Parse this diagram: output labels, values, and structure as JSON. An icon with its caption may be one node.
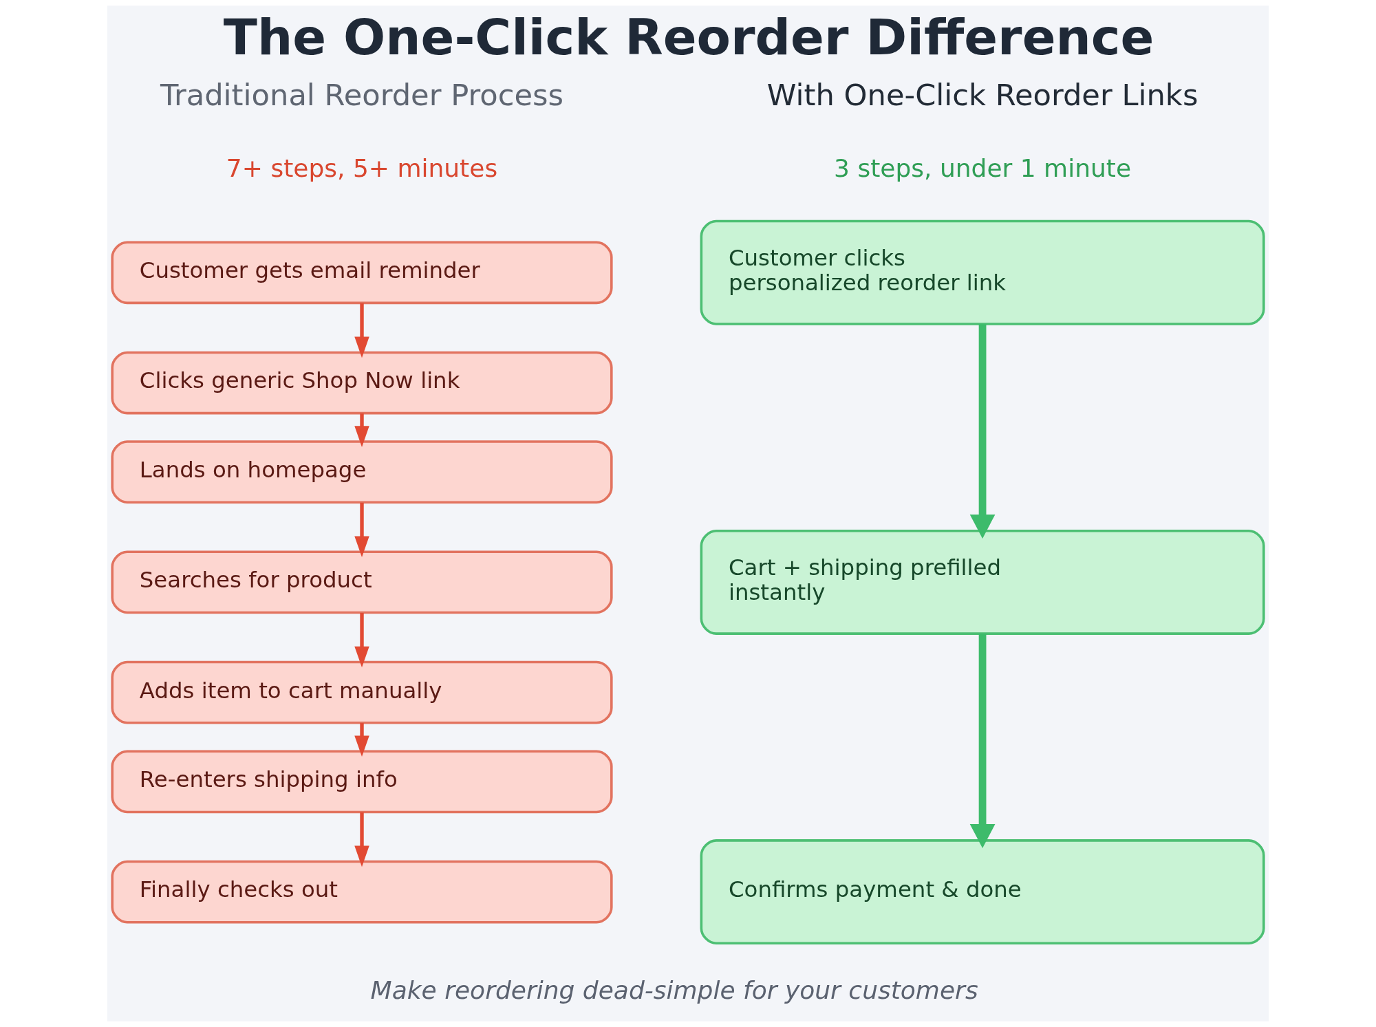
{
  "diagram": {
    "title": "The One-Click Reorder Difference",
    "caption": "Make reordering dead-simple for your customers",
    "nodes": [
      {
        "text": [
          "Customer gets email reminder"
        ]
      },
      {
        "text": [
          "Clicks generic Shop Now link"
        ]
      },
      {
        "text": [
          "Lands on homepage"
        ]
      },
      {
        "text": [
          "Searches for product"
        ]
      },
      {
        "text": [
          "Adds item to cart manually"
        ]
      },
      {
        "text": [
          "Re-enters shipping info"
        ]
      },
      {
        "text": [
          "Finally checks out"
        ]
      },
      {
        "text": [
          "Customer clicks personalized reorder link"
        ]
      },
      {
        "text": [
          "Cart + shipping prefilled instantly"
        ]
      },
      {
        "text": [
          "Confirms payment & done"
        ]
      }
    ],
    "edges": [
      {
        "from": 0,
        "to": 1,
        "arrow": "to"
      },
      {
        "from": 1,
        "to": 2,
        "arrow": "to"
      },
      {
        "from": 2,
        "to": 3,
        "arrow": "to"
      },
      {
        "from": 3,
        "to": 4,
        "arrow": "to"
      },
      {
        "from": 4,
        "to": 5,
        "arrow": "to"
      },
      {
        "from": 5,
        "to": 6,
        "arrow": "to"
      },
      {
        "from": 7,
        "to": 8,
        "arrow": "to",
        "style": "thick",
        "color": "#3dbb6b"
      },
      {
        "from": 8,
        "to": 9,
        "arrow": "to",
        "style": "thick",
        "color": "#3dbb6b"
      }
    ],
    "labels": [
      "Traditional Reorder Process",
      "7+ steps, 5+ minutes",
      "With One-Click Reorder Links",
      "3 steps, under 1 minute"
    ]
  }
}
